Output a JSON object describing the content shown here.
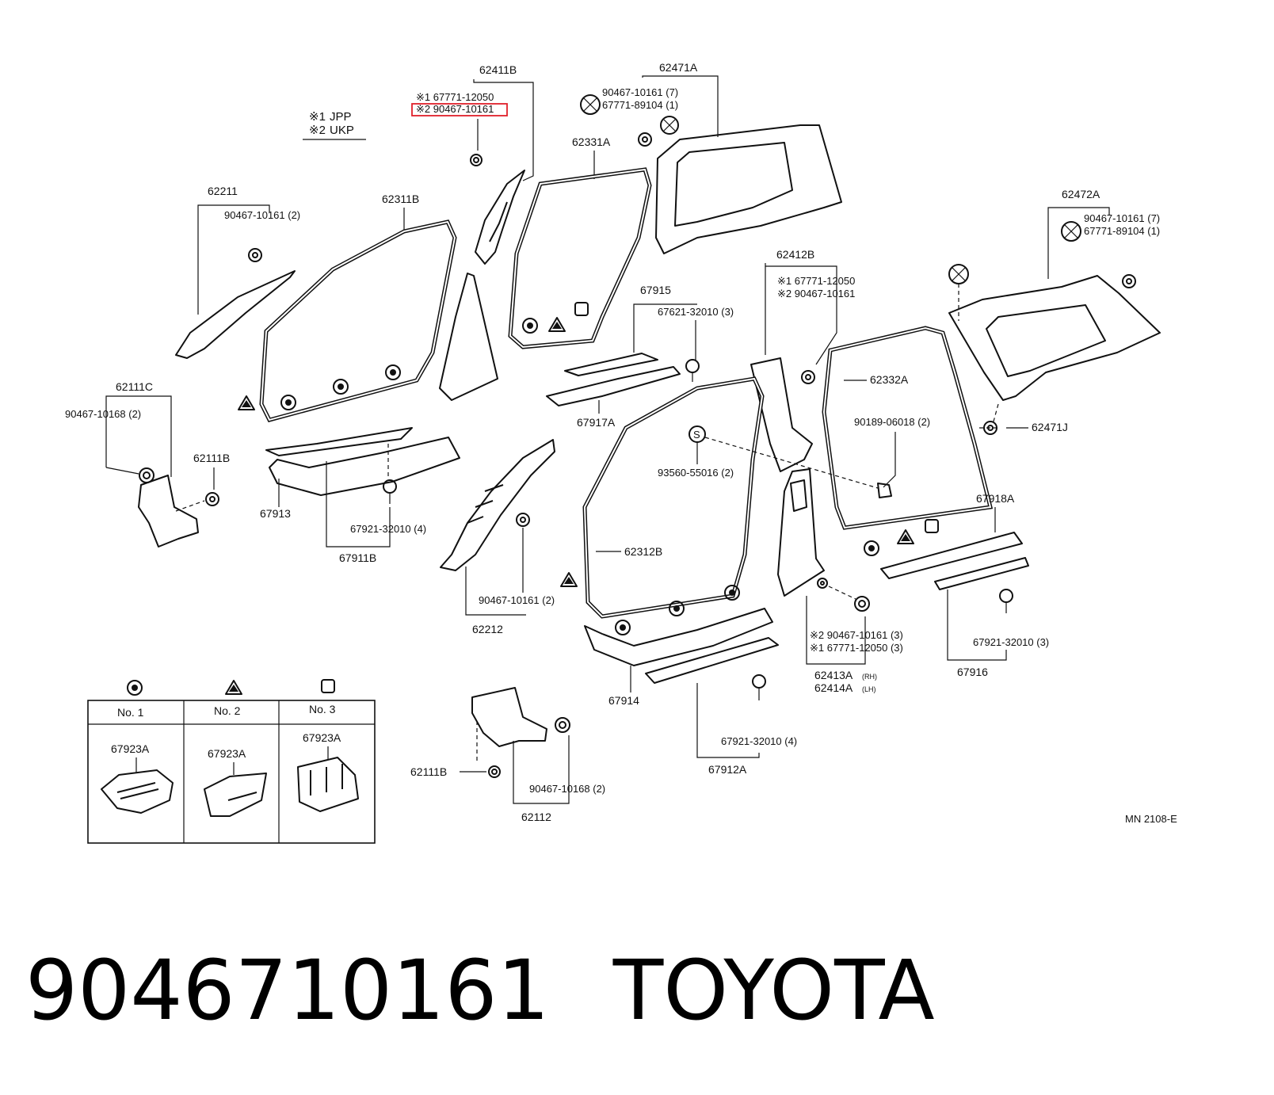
{
  "legend": {
    "mark1": "※1",
    "mark1_label": "JPP",
    "mark2": "※2",
    "mark2_label": "UKP"
  },
  "labels": {
    "p62411B": "62411B",
    "p62411B_n1": "※1 67771-12050",
    "p62411B_n2": "※2 90467-10161",
    "p62471A": "62471A",
    "p62471A_n1": "90467-10161 (7)",
    "p62471A_n2": "67771-89104 (1)",
    "p62331A": "62331A",
    "p62211": "62211",
    "p62211_n1": "90467-10161 (2)",
    "p62311B": "62311B",
    "p62472A": "62472A",
    "p62472A_n1": "90467-10161 (7)",
    "p62472A_n2": "67771-89104 (1)",
    "p62412B": "62412B",
    "p62412B_n1": "※1 67771-12050",
    "p62412B_n2": "※2 90467-10161",
    "p67915": "67915",
    "p67621": "67621-32010 (3)",
    "p62332A": "62332A",
    "p62111C": "62111C",
    "p90467_10168_a": "90467-10168 (2)",
    "p62111B_a": "62111B",
    "p67917A": "67917A",
    "p90189": "90189-06018 (2)",
    "p62471J": "62471J",
    "p93560": "93560-55016 (2)",
    "p67913": "67913",
    "p67921_a": "67921-32010 (4)",
    "p67911B": "67911B",
    "p62312B": "62312B",
    "p67918A": "67918A",
    "p90467_10161_b": "90467-10161 (2)",
    "p62212": "62212",
    "p62413_n2": "※2 90467-10161 (3)",
    "p62413_n1": "※1 67771-12050 (3)",
    "p62413A": "62413A",
    "p62413A_side": "(RH)",
    "p62414A": "62414A",
    "p62414A_side": "(LH)",
    "p67921_c": "67921-32010 (3)",
    "p67916": "67916",
    "p67914": "67914",
    "p67921_b": "67921-32010 (4)",
    "p67912A": "67912A",
    "p62111B_b": "62111B",
    "p90467_10168_b": "90467-10168 (2)",
    "p62112": "62112",
    "marker_s": "S",
    "ref": "MN 2108-E"
  },
  "clip_table": {
    "columns": [
      {
        "header": "No. 1",
        "part": "67923A",
        "symbol": "circle-dot"
      },
      {
        "header": "No. 2",
        "part": "67923A",
        "symbol": "triangle"
      },
      {
        "header": "No. 3",
        "part": "67923A",
        "symbol": "square"
      }
    ]
  },
  "caption": {
    "part_number": "9046710161",
    "brand": "TOYOTA"
  },
  "colors": {
    "ink": "#111111",
    "highlight": "#e0202a",
    "background": "#ffffff"
  }
}
